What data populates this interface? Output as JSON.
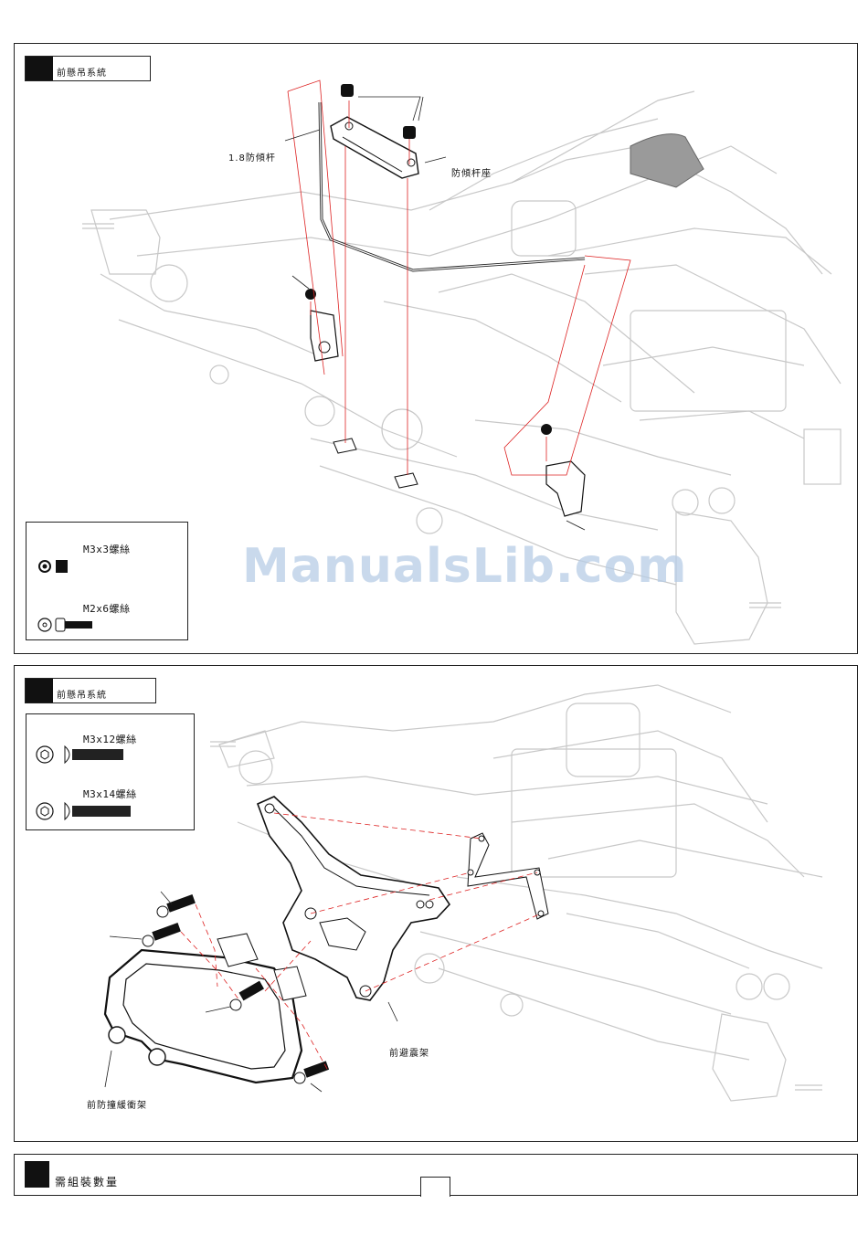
{
  "step1": {
    "header": "前懸吊系統",
    "callouts": {
      "sway_bar": "1.8防傾杆",
      "sway_bar_mount": "防傾杆座"
    },
    "legend": {
      "item1": "M3x3螺絲",
      "item2": "M2x6螺絲"
    }
  },
  "step2": {
    "header": "前懸吊系統",
    "callouts": {
      "shock_tower": "前避震架",
      "bumper": "前防撞緩衝架"
    },
    "legend": {
      "item1": "M3x12螺絲",
      "item2": "M3x14螺絲"
    }
  },
  "footer": {
    "title": "需組裝數量"
  },
  "watermark": "ManualsLib.com"
}
